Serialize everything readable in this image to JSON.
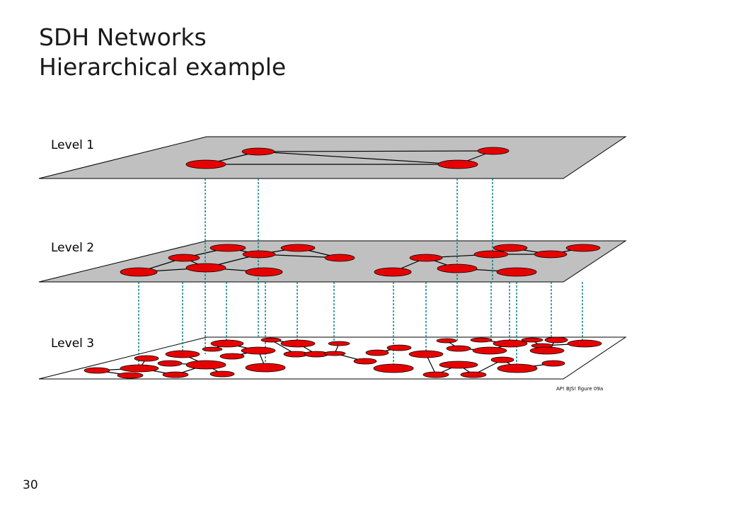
{
  "slide": {
    "title_line1": "SDH Networks",
    "title_line2": "Hierarchical example",
    "page_number": "30"
  },
  "diagram": {
    "levels": [
      {
        "label": "Level 1"
      },
      {
        "label": "Level 2"
      },
      {
        "label": "Level 3"
      }
    ],
    "credit": "AP! BJS! figure 09a",
    "colors": {
      "plane_gray": "#c0c0c0",
      "plane_white": "#ffffff",
      "node_fill": "#e60000",
      "connector": "#007a80",
      "link": "#000000"
    }
  }
}
